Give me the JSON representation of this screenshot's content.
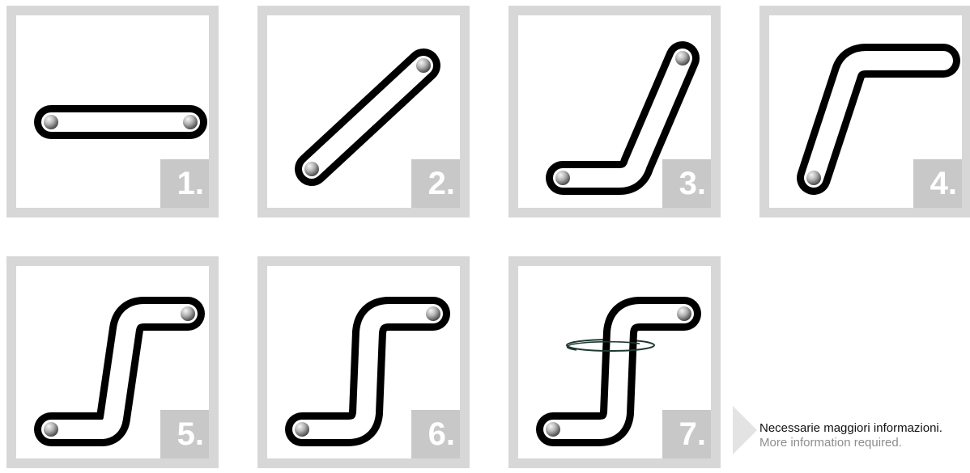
{
  "steps": [
    {
      "label": "1."
    },
    {
      "label": "2."
    },
    {
      "label": "3."
    },
    {
      "label": "4."
    },
    {
      "label": "5."
    },
    {
      "label": "6."
    },
    {
      "label": "7."
    }
  ],
  "note": {
    "italian": "Necessarie maggiori informazioni.",
    "english": "More information required."
  },
  "colors": {
    "panel_border": "#d7d7d7",
    "badge_bg": "#c8c8c8",
    "tube_outline": "#000000",
    "rotation_ring": "#1f3a33"
  }
}
